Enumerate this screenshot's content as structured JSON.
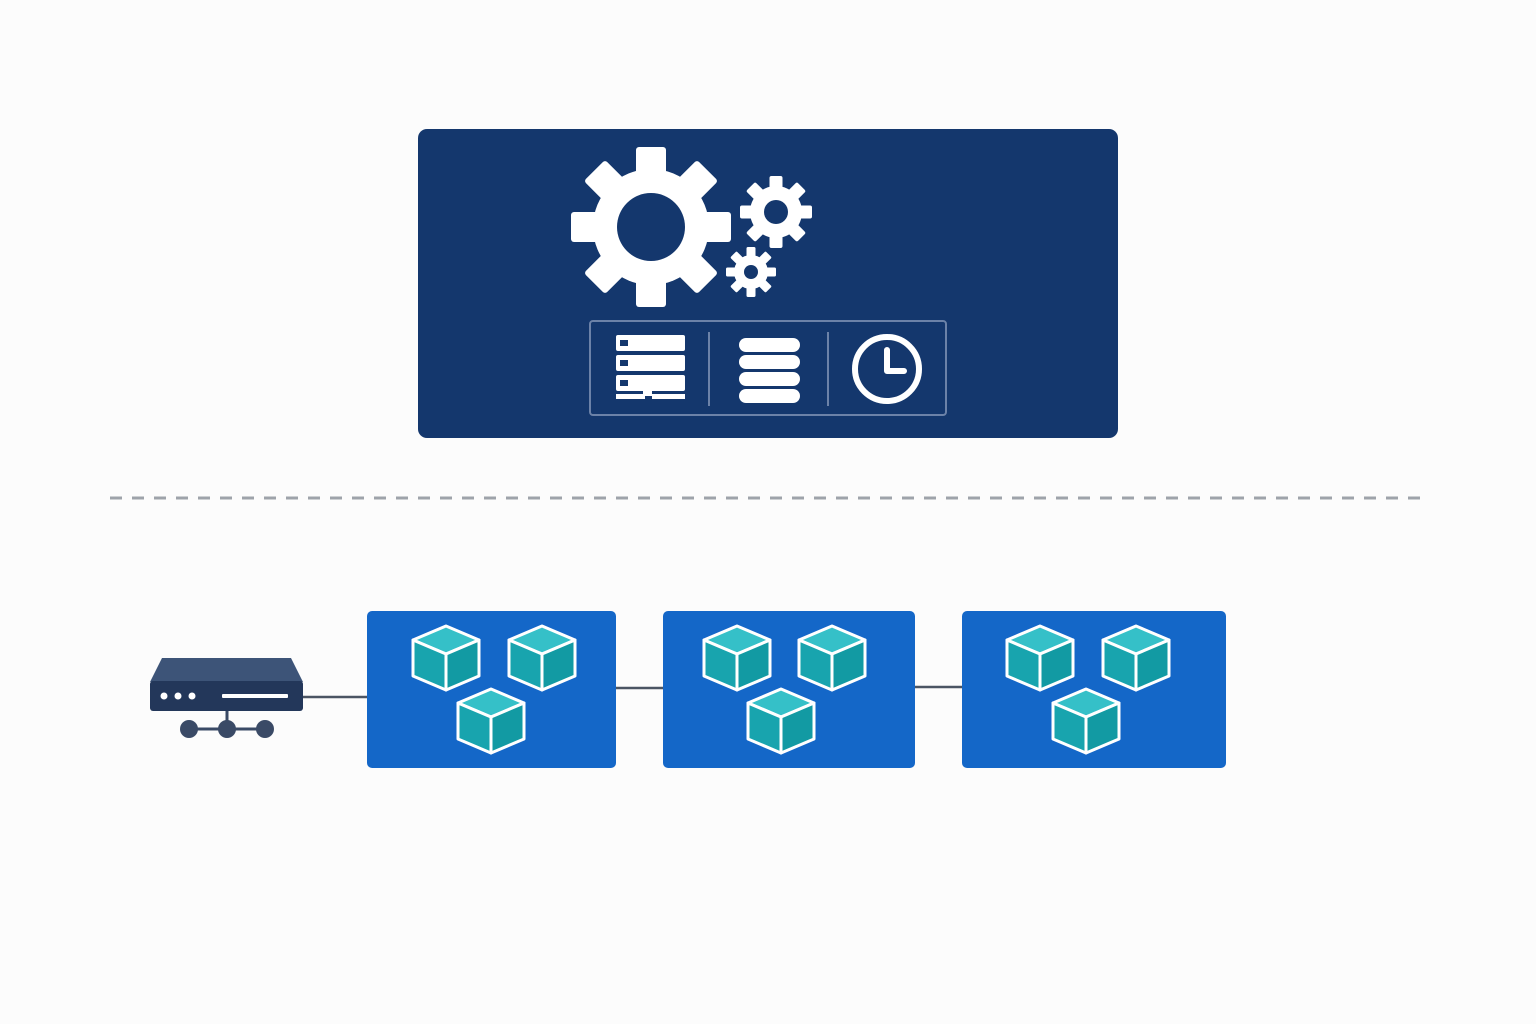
{
  "diagram": {
    "control_plane": {
      "icons": [
        "gear-large-icon",
        "gear-medium-icon",
        "gear-small-icon"
      ],
      "components": [
        {
          "name": "server-rack-icon"
        },
        {
          "name": "database-icon"
        },
        {
          "name": "clock-icon"
        }
      ]
    },
    "divider": {
      "style": "dashed"
    },
    "gateway": {
      "icon": "network-switch-icon"
    },
    "node_groups": [
      {
        "containers": 3,
        "icon": "container-cube-icon"
      },
      {
        "containers": 3,
        "icon": "container-cube-icon"
      },
      {
        "containers": 3,
        "icon": "container-cube-icon"
      }
    ],
    "colors": {
      "background": "#fcfcfc",
      "control_plane": "#14376d",
      "node_group": "#1467c8",
      "container_fill": "#18a4ae",
      "container_stroke": "#ffffff",
      "gateway": "#23375a",
      "divider": "#9ea3aa",
      "connector": "#4b5563"
    }
  }
}
